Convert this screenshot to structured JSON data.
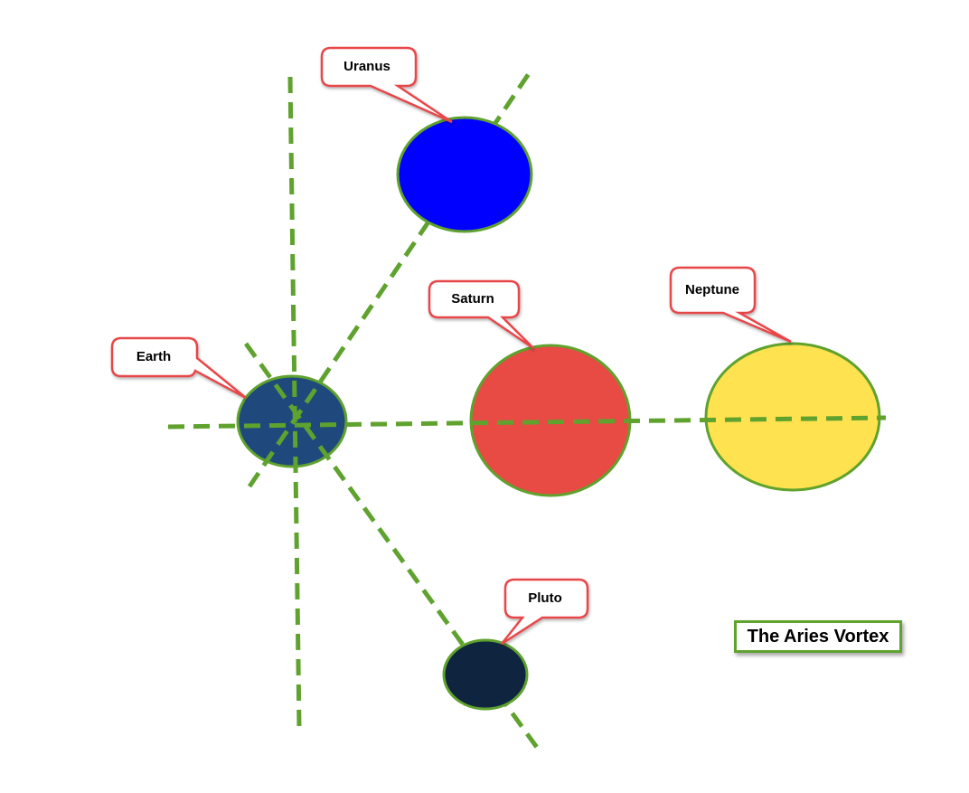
{
  "title": "The Aries Vortex",
  "colors": {
    "line": "#5fa22e",
    "callout_border": "#e8474a",
    "earth": "#1f497d",
    "uranus": "#0000ff",
    "saturn": "#e84a44",
    "neptune": "#ffe24f",
    "pluto": "#0f243e"
  },
  "planets": {
    "uranus": "Uranus",
    "earth": "Earth",
    "saturn": "Saturn",
    "neptune": "Neptune",
    "pluto": "Pluto"
  }
}
